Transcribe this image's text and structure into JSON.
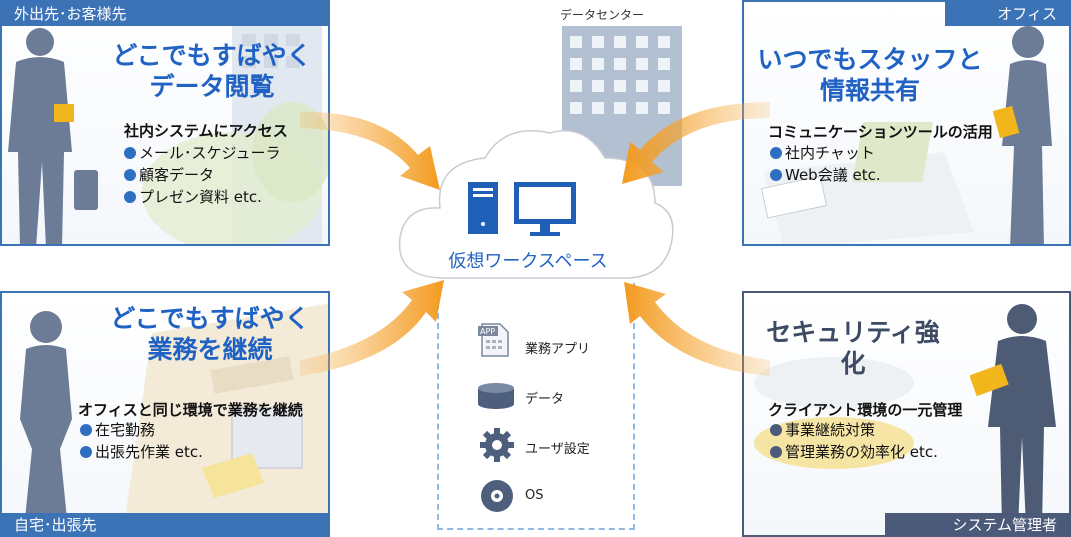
{
  "colors": {
    "blue": "#3c73b6",
    "title_blue": "#1f62c4",
    "dark": "#4a5a78",
    "arrow": "#f39a1e"
  },
  "datacenter": {
    "label": "データセンター"
  },
  "cloud": {
    "label": "仮想ワークスペース"
  },
  "workspace_items": [
    {
      "icon": "app-icon",
      "label": "業務アプリ"
    },
    {
      "icon": "database-icon",
      "label": "データ"
    },
    {
      "icon": "gear-icon",
      "label": "ユーザ設定"
    },
    {
      "icon": "disc-icon",
      "label": "OS"
    }
  ],
  "panels": {
    "top_left": {
      "tab": "外出先･お客様先",
      "title_line1": "どこでもすばやく",
      "title_line2": "データ閲覧",
      "heading": "社内システムにアクセス",
      "bullets": [
        "メール･スケジューラ",
        "顧客データ",
        "プレゼン資料 etc."
      ]
    },
    "bottom_left": {
      "tab": "自宅･出張先",
      "title_line1": "どこでもすばやく",
      "title_line2": "業務を継続",
      "heading": "オフィスと同じ環境で業務を継続",
      "bullets": [
        "在宅勤務",
        "出張先作業 etc."
      ]
    },
    "top_right": {
      "tab": "オフィス",
      "title_line1": "いつでもスタッフと",
      "title_line2": "情報共有",
      "heading": "コミュニケーションツールの活用",
      "bullets": [
        "社内チャット",
        "Web会議 etc."
      ]
    },
    "bottom_right": {
      "tab": "システム管理者",
      "title_line1": "セキュリティ強化",
      "heading": "クライアント環境の一元管理",
      "bullets": [
        "事業継続対策",
        "管理業務の効率化 etc."
      ]
    }
  }
}
